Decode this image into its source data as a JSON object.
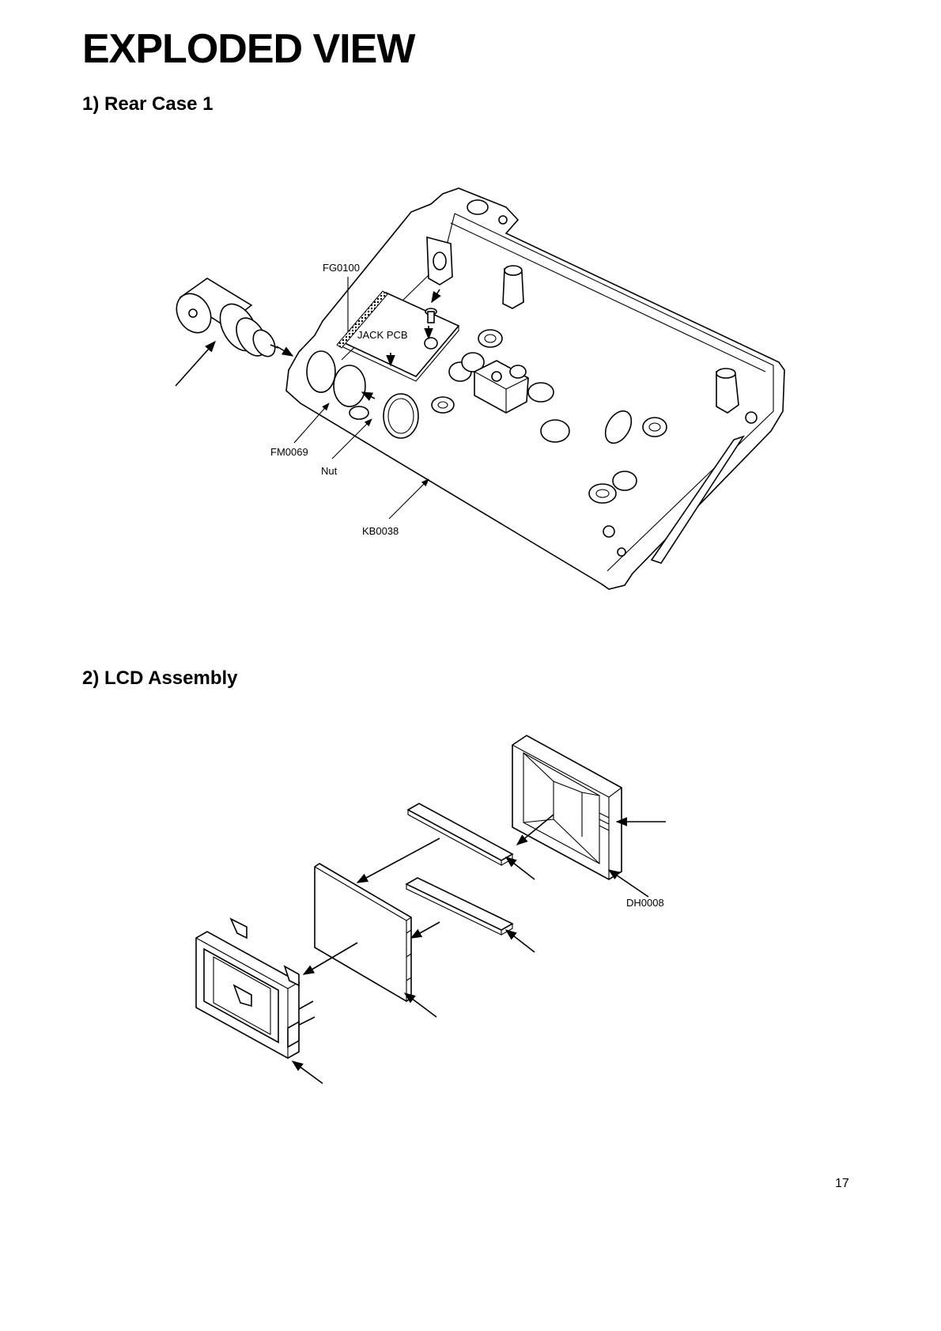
{
  "page": {
    "title": "EXPLODED VIEW",
    "page_number": "17"
  },
  "rear_case": {
    "heading": "1) Rear Case 1",
    "labels": {
      "fg0100": "FG0100",
      "jack_pcb": "JACK PCB",
      "fm0069": "FM0069",
      "nut": "Nut",
      "kb0038": "KB0038"
    }
  },
  "lcd_assembly": {
    "heading": "2) LCD Assembly",
    "labels": {
      "dh0008": "DH0008"
    }
  }
}
